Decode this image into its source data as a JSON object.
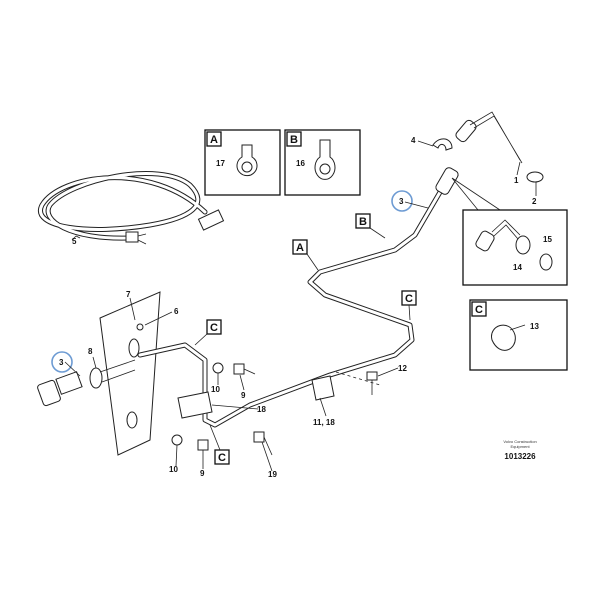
{
  "detail_boxes": {
    "a": {
      "letter": "A",
      "part": "17"
    },
    "b": {
      "letter": "B",
      "part": "16"
    },
    "c": {
      "letter": "C",
      "part": "13"
    },
    "inset": {
      "parts": [
        "14",
        "15"
      ]
    }
  },
  "callouts": {
    "tube_ref_a": "A",
    "tube_ref_b": "B",
    "tube_ref_c_right": "C",
    "tube_ref_c_upper": "C",
    "tube_ref_c_lower": "C"
  },
  "part_numbers": {
    "p1": "1",
    "p2": "2",
    "p3_top": "3",
    "p4": "4",
    "p5": "5",
    "p6": "6",
    "p7": "7",
    "p8": "8",
    "p3_left": "3",
    "p9_upper": "9",
    "p10_upper": "10",
    "p18": "18",
    "p11_18": "11, 18",
    "p12": "12",
    "p10_lower": "10",
    "p9_lower": "9",
    "p19": "19"
  },
  "footer": {
    "company_line1": "Volvo Construction",
    "company_line2": "Equipment",
    "drawing_number": "1013226"
  },
  "colors": {
    "highlight": "#6d9bd3"
  }
}
